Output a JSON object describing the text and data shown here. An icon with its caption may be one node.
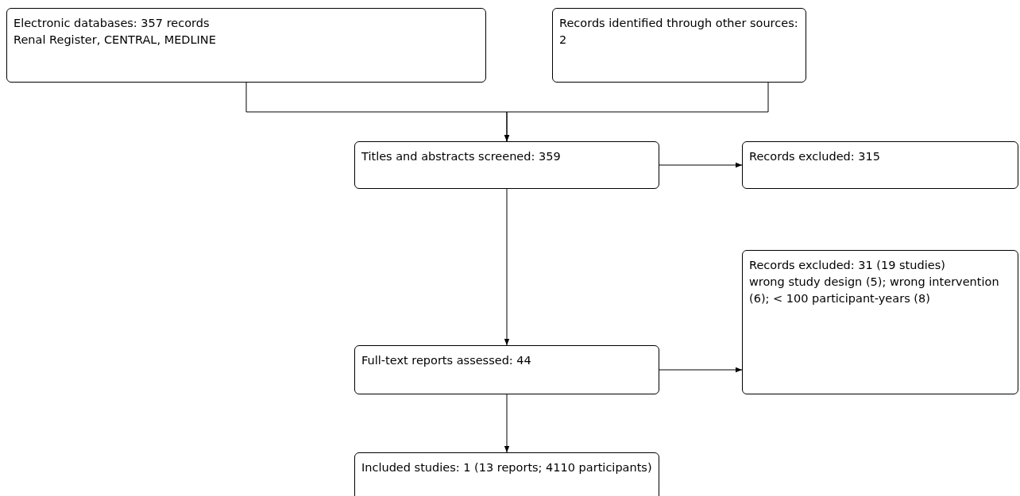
{
  "diagram": {
    "nodes": [
      {
        "text": [
          "Electronic databases: 357 records",
          "Renal Register, CENTRAL, MEDLINE"
        ]
      },
      {
        "text": [
          "Records identified through other sources: 2"
        ]
      },
      {
        "text": [
          "Titles and abstracts screened: 359"
        ]
      },
      {
        "text": [
          "Records excluded: 315"
        ]
      },
      {
        "text": [
          "Full-text reports assessed: 44"
        ]
      },
      {
        "text": [
          "Records excluded: 31 (19 studies)",
          "wrong study design (5); wrong intervention (6); < 100 participant-years (8)"
        ]
      },
      {
        "text": [
          "Included studies: 1 (13 reports; 4110 participants)"
        ]
      }
    ],
    "edges": [
      {
        "from": 0,
        "to": 2,
        "arrow": "to"
      },
      {
        "from": 1,
        "to": 2,
        "arrow": "to"
      },
      {
        "from": 2,
        "to": 3,
        "arrow": "to"
      },
      {
        "from": 2,
        "to": 4,
        "arrow": "to"
      },
      {
        "from": 4,
        "to": 5,
        "arrow": "to"
      },
      {
        "from": 4,
        "to": 6,
        "arrow": "to"
      }
    ]
  }
}
